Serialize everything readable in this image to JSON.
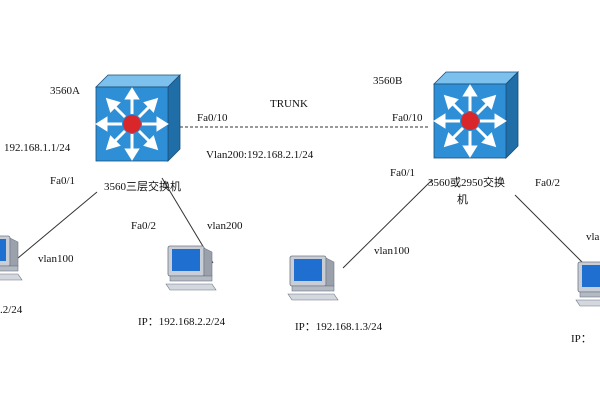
{
  "switches": {
    "a": {
      "name": "3560A",
      "caption": "3560三层交换机"
    },
    "b": {
      "name": "3560B",
      "caption_line1": "3560或2950交换",
      "caption_line2": "机"
    }
  },
  "link": {
    "trunk_label": "TRUNK",
    "a_port": "Fa0/10",
    "b_port": "Fa0/10",
    "vlan200_gateway": "Vlan200:192.168.2.1/24"
  },
  "left_side": {
    "gateway": "192.168.1.1/24",
    "port_fa01": "Fa0/1",
    "vlan_label": "vlan100",
    "pc_ip_partial": ".2/24"
  },
  "middle_left": {
    "port_fa02": "Fa0/2",
    "vlan_label": "vlan200",
    "pc_ip": "IP：192.168.2.2/24"
  },
  "middle_right": {
    "port_fa01": "Fa0/1",
    "vlan_label": "vlan100",
    "pc_ip": "IP：192.168.1.3/24"
  },
  "right_side": {
    "port_fa02": "Fa0/2",
    "vlan_label_partial": "vla",
    "pc_ip_partial": "IP："
  },
  "colors": {
    "cube_front": "#2e8fd6",
    "cube_top": "#7cc0ee",
    "cube_side": "#1f6ea8",
    "arrow_white": "#ffffff",
    "center_red": "#d9262b",
    "monitor_body": "#c9ced6",
    "monitor_screen": "#1f6fd0",
    "link_line": "#333333"
  }
}
